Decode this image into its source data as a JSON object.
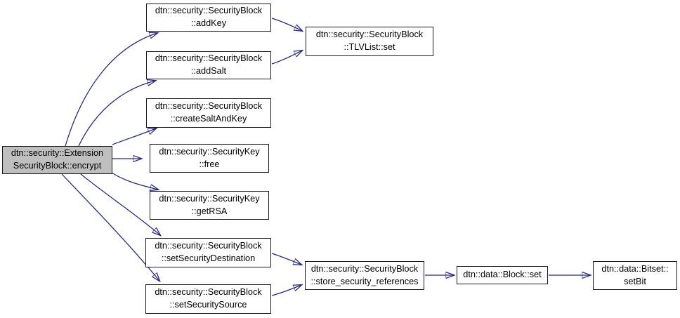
{
  "graph": {
    "type": "call-graph",
    "root_function": "dtn::security::ExtensionSecurityBlock::encrypt",
    "colors": {
      "edge": "#24248c",
      "node_border": "#1a1a1a",
      "node_fill": "#ffffff",
      "root_node_fill": "#bfbfbf",
      "text": "#000000",
      "background": "#ffffff"
    },
    "nodes": [
      {
        "id": "encrypt",
        "label": "dtn::security::Extension\nSecurityBlock::encrypt",
        "is_root": true
      },
      {
        "id": "addKey",
        "label": "dtn::security::SecurityBlock\n::addKey"
      },
      {
        "id": "addSalt",
        "label": "dtn::security::SecurityBlock\n::addSalt"
      },
      {
        "id": "createSaltAndKey",
        "label": "dtn::security::SecurityBlock\n::createSaltAndKey"
      },
      {
        "id": "free",
        "label": "dtn::security::SecurityKey\n::free"
      },
      {
        "id": "getRSA",
        "label": "dtn::security::SecurityKey\n::getRSA"
      },
      {
        "id": "setSecurityDestination",
        "label": "dtn::security::SecurityBlock\n::setSecurityDestination"
      },
      {
        "id": "setSecuritySource",
        "label": "dtn::security::SecurityBlock\n::setSecuritySource"
      },
      {
        "id": "TLVList_set",
        "label": "dtn::security::SecurityBlock\n::TLVList::set"
      },
      {
        "id": "store_security_references",
        "label": "dtn::security::SecurityBlock\n::store_security_references"
      },
      {
        "id": "Block_set",
        "label": "dtn::data::Block::set"
      },
      {
        "id": "Bitset_setBit",
        "label": "dtn::data::Bitset::\nsetBit"
      }
    ],
    "edges": [
      {
        "from": "encrypt",
        "to": "addKey"
      },
      {
        "from": "encrypt",
        "to": "addSalt"
      },
      {
        "from": "encrypt",
        "to": "createSaltAndKey"
      },
      {
        "from": "encrypt",
        "to": "free"
      },
      {
        "from": "encrypt",
        "to": "getRSA"
      },
      {
        "from": "encrypt",
        "to": "setSecurityDestination"
      },
      {
        "from": "encrypt",
        "to": "setSecuritySource"
      },
      {
        "from": "addKey",
        "to": "TLVList_set"
      },
      {
        "from": "addSalt",
        "to": "TLVList_set"
      },
      {
        "from": "setSecurityDestination",
        "to": "store_security_references"
      },
      {
        "from": "setSecuritySource",
        "to": "store_security_references"
      },
      {
        "from": "store_security_references",
        "to": "Block_set"
      },
      {
        "from": "Block_set",
        "to": "Bitset_setBit"
      }
    ]
  }
}
